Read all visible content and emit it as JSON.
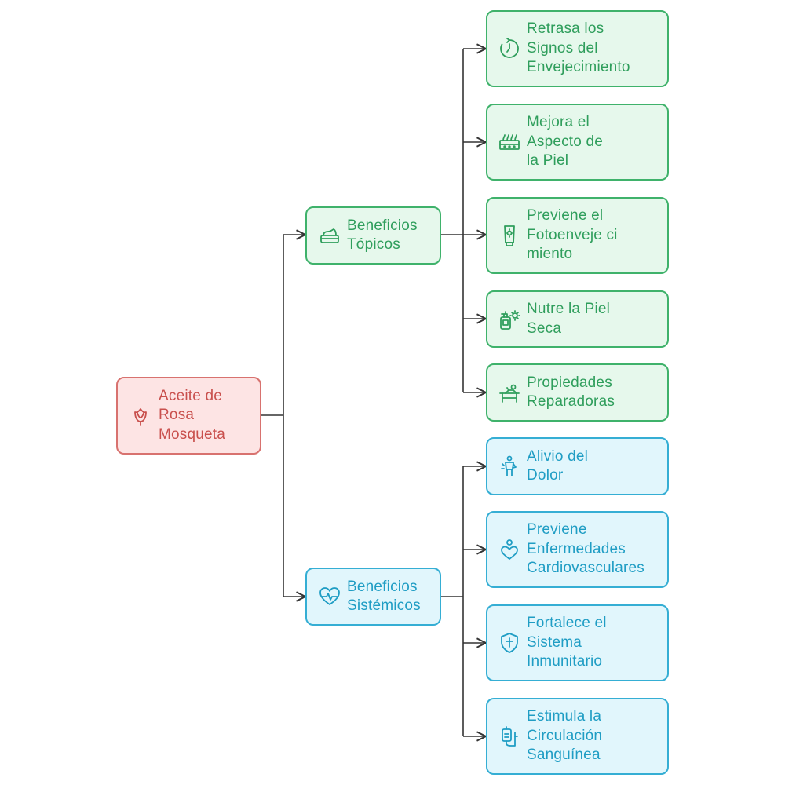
{
  "root": {
    "label": "Aceite de\nRosa\nMosqueta",
    "icon": "rose-icon"
  },
  "branches": [
    {
      "label": "Beneficios\nTópicos",
      "icon": "cream-jar-icon",
      "color": "#3fb26b",
      "items": [
        {
          "label": "Retrasa los\nSignos del\nEnvejecimiento",
          "icon": "clock-rewind-icon"
        },
        {
          "label": "Mejora el\nAspecto de\nla Piel",
          "icon": "skin-layers-icon"
        },
        {
          "label": "Previene el\nFotoenveje ci\nmiento",
          "icon": "sunscreen-tube-icon"
        },
        {
          "label": "Nutre la Piel\nSeca",
          "icon": "lotion-bottle-icon"
        },
        {
          "label": "Propiedades\nReparadoras",
          "icon": "massage-table-icon"
        }
      ]
    },
    {
      "label": "Beneficios\nSistémicos",
      "icon": "heartbeat-icon",
      "color": "#35aed4",
      "items": [
        {
          "label": "Alivio del\nDolor",
          "icon": "person-pain-icon"
        },
        {
          "label": "Previene\nEnfermedades\nCardiovasculares",
          "icon": "person-heart-icon"
        },
        {
          "label": "Fortalece el\nSistema\nInmunitario",
          "icon": "shield-cross-icon"
        },
        {
          "label": "Estimula la\nCirculación\nSanguínea",
          "icon": "iv-bag-icon"
        }
      ]
    }
  ]
}
